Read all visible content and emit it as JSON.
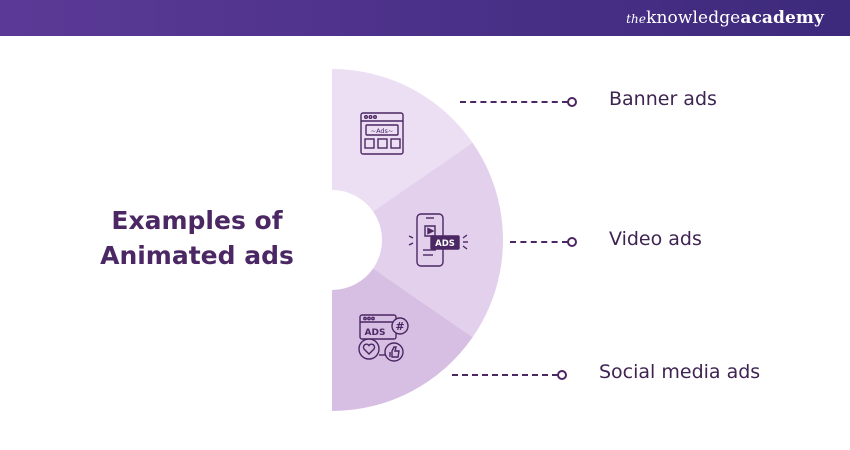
{
  "header": {
    "logo_prefix": "the",
    "logo_word1": "knowledge",
    "logo_word2": "academy"
  },
  "diagram": {
    "title_line1": "Examples of",
    "title_line2": "Animated ads",
    "items": [
      {
        "label": "Banner ads",
        "icon": "banner-ads-icon",
        "icon_text": "~Ads~",
        "color": "#ecdff3"
      },
      {
        "label": "Video ads",
        "icon": "video-ads-icon",
        "icon_text": "ADS",
        "color": "#e2d0ec"
      },
      {
        "label": "Social media ads",
        "icon": "social-media-ads-icon",
        "icon_text": "ADS",
        "icon_text2": "#",
        "color": "#d7bfe4"
      }
    ],
    "accent_color": "#4b2763"
  }
}
